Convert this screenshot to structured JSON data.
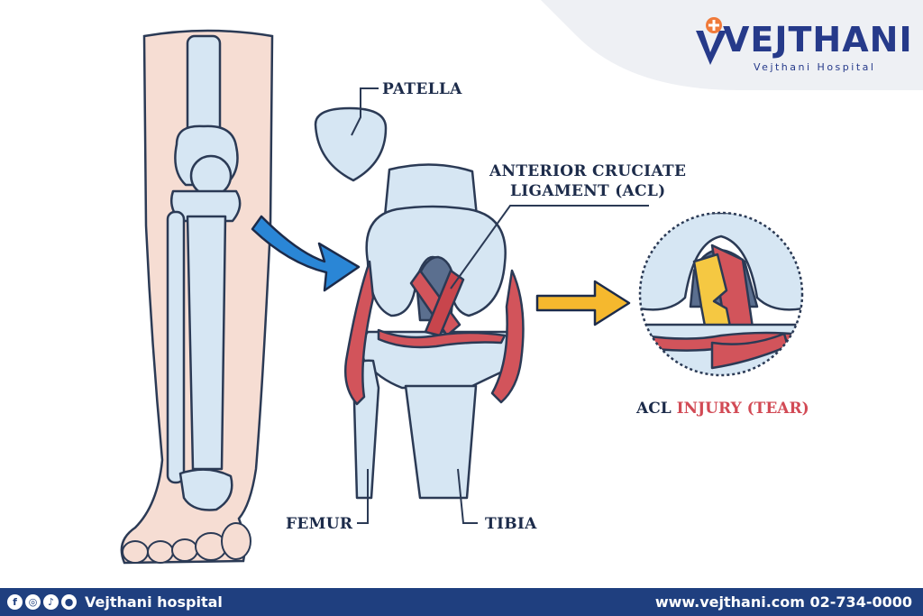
{
  "labels": {
    "patella": "PATELLA",
    "acl_line1": "ANTERIOR CRUCIATE",
    "acl_line2": "LIGAMENT (ACL)",
    "femur": "FEMUR",
    "tibia": "TIBIA",
    "injury_prefix": "ACL",
    "injury_highlight": "INJURY (TEAR)"
  },
  "logo": {
    "wordmark": "VEJTHANI",
    "subtitle": "Vejthani Hospital"
  },
  "footer": {
    "brand_name": "Vejthani hospital",
    "website": "www.vejthani.com",
    "phone": "02-734-0000",
    "social_icons": [
      "facebook-icon",
      "instagram-icon",
      "tiktok-icon",
      "line-icon"
    ]
  },
  "colors": {
    "bone_fill": "#d6e6f3",
    "bone_stroke": "#2b3a55",
    "ligament": "#d2545b",
    "tear_yellow": "#f5c842",
    "arrow_blue": "#2a86d6",
    "arrow_yellow": "#f5b82e",
    "brand_navy": "#263a8a",
    "footer_bg": "#1f3f7f"
  }
}
